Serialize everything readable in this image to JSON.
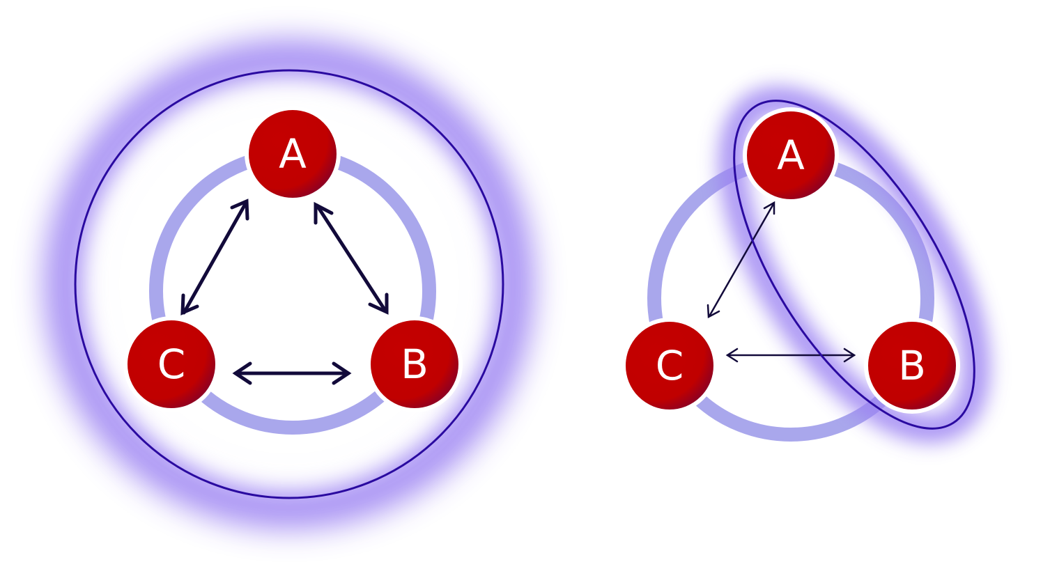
{
  "colors": {
    "background": "#ffffff",
    "node_fill": "#c00000",
    "node_fill_dark": "#7a0030",
    "node_label": "#ffffff",
    "ring": "#a9a7ec",
    "glow": "#9b82f2",
    "boundary": "#2a0aa0",
    "arrow": "#120a3a"
  },
  "left_diagram": {
    "nodes": [
      {
        "id": "A",
        "label": "A"
      },
      {
        "id": "B",
        "label": "B"
      },
      {
        "id": "C",
        "label": "C"
      }
    ],
    "edges": [
      {
        "from": "A",
        "to": "C",
        "direction": "both"
      },
      {
        "from": "A",
        "to": "B",
        "direction": "both"
      },
      {
        "from": "C",
        "to": "B",
        "direction": "both"
      }
    ],
    "boundary_shape": "circle enclosing all nodes"
  },
  "right_diagram": {
    "nodes": [
      {
        "id": "A",
        "label": "A"
      },
      {
        "id": "B",
        "label": "B"
      },
      {
        "id": "C",
        "label": "C"
      }
    ],
    "edges": [
      {
        "from": "A",
        "to": "C",
        "direction": "both"
      },
      {
        "from": "C",
        "to": "B",
        "direction": "both"
      }
    ],
    "boundary_shape": "ellipse enclosing A and B"
  }
}
